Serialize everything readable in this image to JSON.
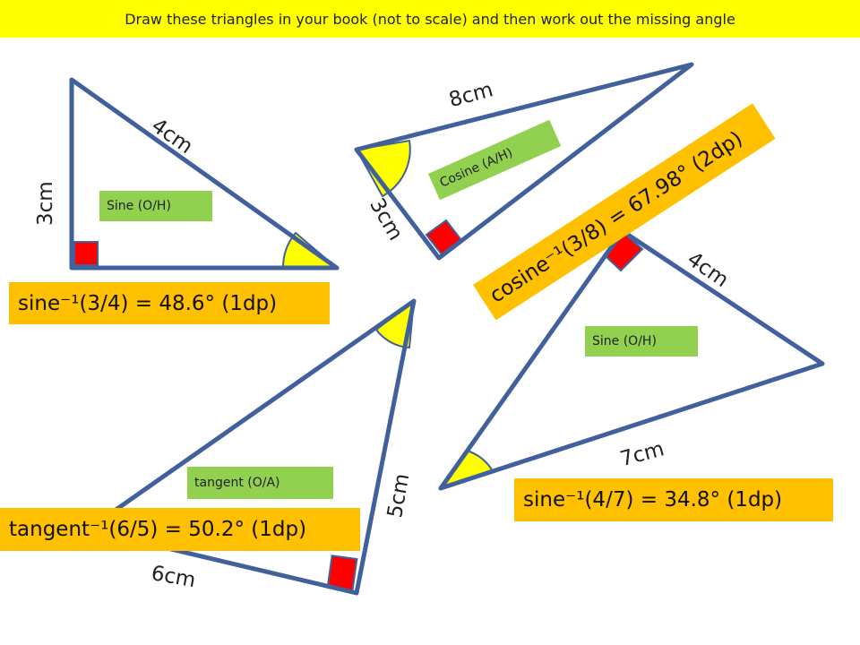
{
  "header": {
    "instruction": "Draw these triangles in your book (not to scale) and then work out the missing angle"
  },
  "colors": {
    "header_bg": "#ffff00",
    "stroke": "#41619c",
    "right_angle": "#ff0000",
    "angle_arc": "#ffff00",
    "hint_bg": "#92d050",
    "answer_bg": "#ffc000"
  },
  "triangles": [
    {
      "side_a": "4cm",
      "side_b": "3cm",
      "hint": "Sine (O/H)",
      "answer": "sine⁻¹(3/4) =  48.6° (1dp)"
    },
    {
      "side_a": "8cm",
      "side_b": "3cm",
      "hint": "Cosine (A/H)",
      "answer": "cosine⁻¹(3/8) =  67.98° (2dp)"
    },
    {
      "side_a": "4cm",
      "side_b": "7cm",
      "hint": "Sine (O/H)",
      "answer": "sine⁻¹(4/7) =  34.8° (1dp)"
    },
    {
      "side_a": "5cm",
      "side_b": "6cm",
      "hint": "tangent (O/A)",
      "answer": "tangent⁻¹(6/5) =  50.2° (1dp)"
    }
  ]
}
